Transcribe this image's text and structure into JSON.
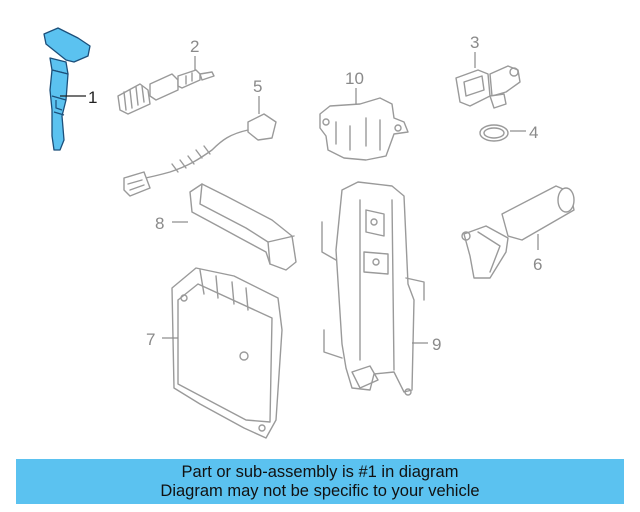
{
  "callouts": {
    "c1": "1",
    "c2": "2",
    "c3": "3",
    "c4": "4",
    "c5": "5",
    "c6": "6",
    "c7": "7",
    "c8": "8",
    "c9": "9",
    "c10": "10"
  },
  "highlighted_part": "1",
  "banner": {
    "line1": "Part or sub-assembly is #1 in diagram",
    "line2": "Diagram may not be specific to your vehicle"
  },
  "colors": {
    "highlight": "#5bc2f0",
    "outline": "#9a9a9a",
    "banner": "#5bc2f0"
  }
}
